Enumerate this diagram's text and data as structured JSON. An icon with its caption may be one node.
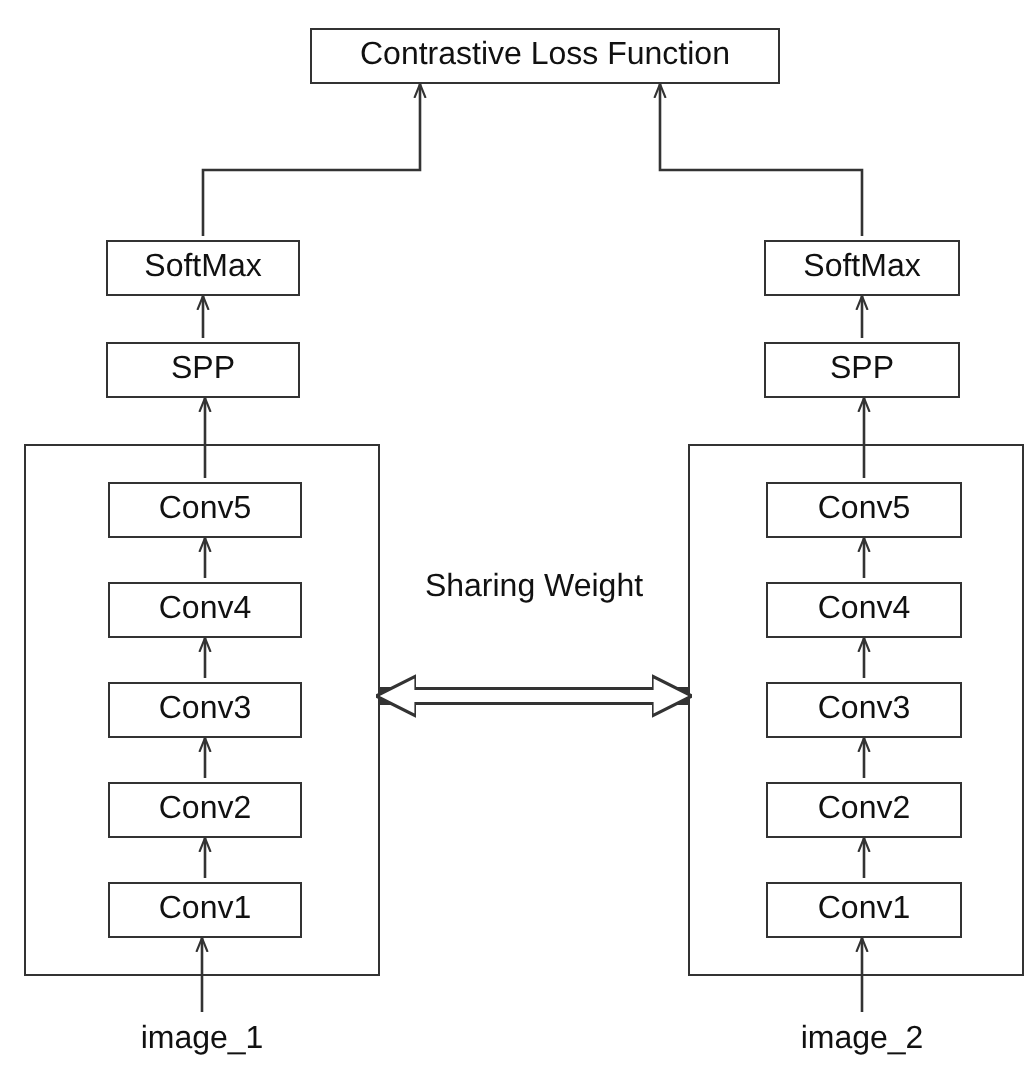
{
  "diagram": {
    "nodes": [
      {
        "text": [
          "Contrastive Loss Function"
        ]
      },
      {
        "text": [
          "SoftMax"
        ]
      },
      {
        "text": [
          "SPP"
        ]
      },
      {
        "text": [],
        "shape": "box"
      },
      {
        "text": [
          "Conv5"
        ],
        "in": 3
      },
      {
        "text": [
          "Conv4"
        ],
        "in": 3
      },
      {
        "text": [
          "Conv3"
        ],
        "in": 3
      },
      {
        "text": [
          "Conv2"
        ],
        "in": 3
      },
      {
        "text": [
          "Conv1"
        ],
        "in": 3
      },
      {
        "text": [
          "image_1"
        ]
      },
      {
        "text": [
          "SoftMax"
        ]
      },
      {
        "text": [
          "SPP"
        ]
      },
      {
        "text": [],
        "shape": "box"
      },
      {
        "text": [
          "Conv5"
        ],
        "in": 12
      },
      {
        "text": [
          "Conv4"
        ],
        "in": 12
      },
      {
        "text": [
          "Conv3"
        ],
        "in": 12
      },
      {
        "text": [
          "Conv2"
        ],
        "in": 12
      },
      {
        "text": [
          "Conv1"
        ],
        "in": 12
      },
      {
        "text": [
          "image_2"
        ]
      }
    ],
    "edges": [
      {
        "from": 9,
        "to": 8,
        "arrow": "to"
      },
      {
        "from": 8,
        "to": 7,
        "arrow": "to"
      },
      {
        "from": 7,
        "to": 6,
        "arrow": "to"
      },
      {
        "from": 6,
        "to": 5,
        "arrow": "to"
      },
      {
        "from": 5,
        "to": 4,
        "arrow": "to"
      },
      {
        "from": 4,
        "to": 2,
        "arrow": "to"
      },
      {
        "from": 2,
        "to": 1,
        "arrow": "to"
      },
      {
        "from": 1,
        "to": 0,
        "arrow": "to"
      },
      {
        "from": 18,
        "to": 17,
        "arrow": "to"
      },
      {
        "from": 17,
        "to": 16,
        "arrow": "to"
      },
      {
        "from": 16,
        "to": 15,
        "arrow": "to"
      },
      {
        "from": 15,
        "to": 14,
        "arrow": "to"
      },
      {
        "from": 14,
        "to": 13,
        "arrow": "to"
      },
      {
        "from": 13,
        "to": 11,
        "arrow": "to"
      },
      {
        "from": 11,
        "to": 10,
        "arrow": "to"
      },
      {
        "from": 10,
        "to": 0,
        "arrow": "to"
      },
      {
        "from": 3,
        "to": 12,
        "arrow": "both",
        "label": "Sharing Weight",
        "style": "thick"
      }
    ]
  }
}
